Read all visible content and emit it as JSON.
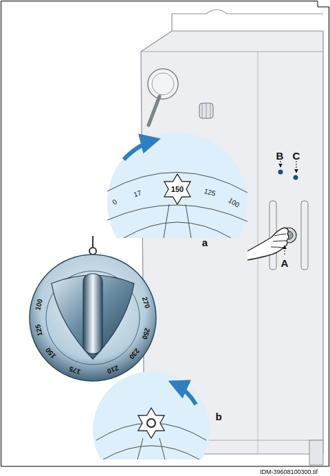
{
  "diagram": {
    "labels": [
      "B",
      "C",
      "150",
      "0",
      "17",
      "125",
      "100",
      "a",
      "A",
      "100",
      "125",
      "150",
      "175",
      "210",
      "230",
      "250",
      "270",
      "b",
      "IDM-39608100300.tif"
    ]
  }
}
